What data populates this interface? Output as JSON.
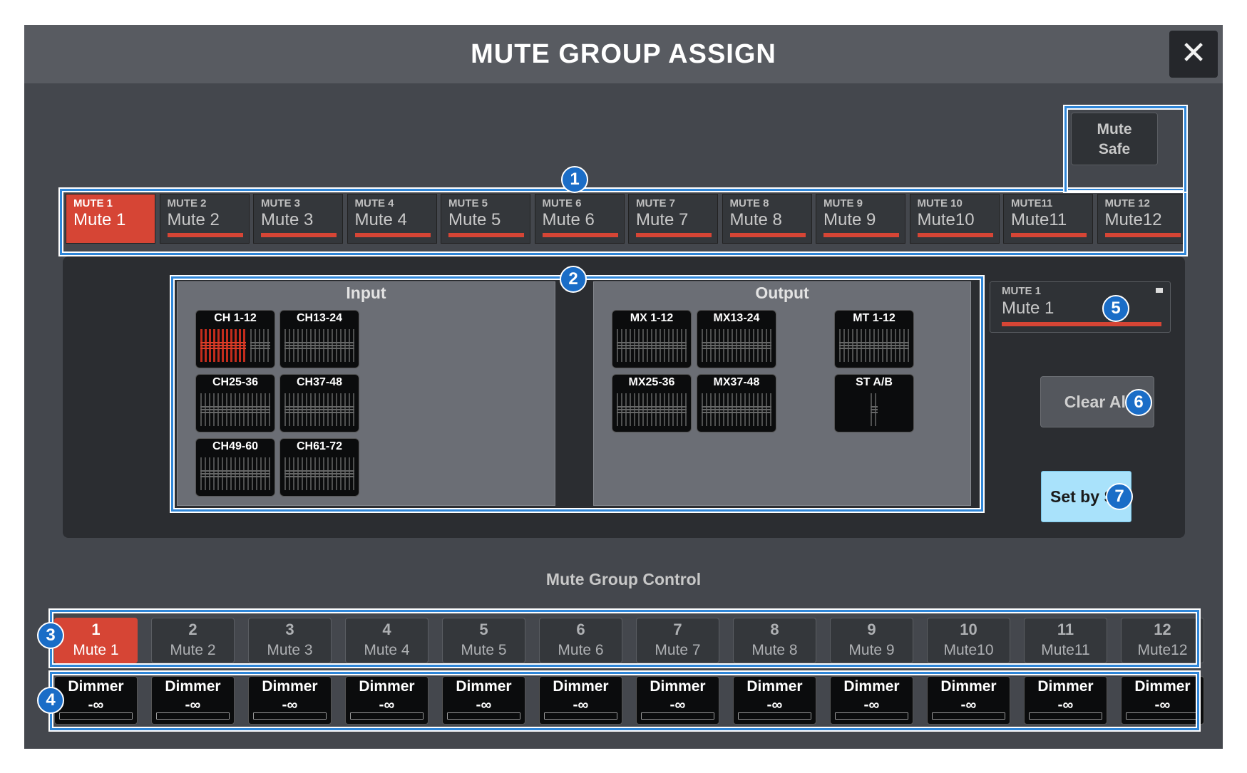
{
  "window": {
    "title": "MUTE GROUP ASSIGN",
    "close_glyph": "✕"
  },
  "mute_safe": {
    "line1": "Mute",
    "line2": "Safe"
  },
  "mute_tabs": [
    {
      "top": "MUTE 1",
      "name": "Mute 1",
      "active": true
    },
    {
      "top": "MUTE 2",
      "name": "Mute 2"
    },
    {
      "top": "MUTE 3",
      "name": "Mute 3"
    },
    {
      "top": "MUTE 4",
      "name": "Mute 4"
    },
    {
      "top": "MUTE 5",
      "name": "Mute 5"
    },
    {
      "top": "MUTE 6",
      "name": "Mute 6"
    },
    {
      "top": "MUTE 7",
      "name": "Mute 7"
    },
    {
      "top": "MUTE 8",
      "name": "Mute 8"
    },
    {
      "top": "MUTE 9",
      "name": "Mute 9"
    },
    {
      "top": "MUTE 10",
      "name": "Mute10"
    },
    {
      "top": "MUTE11",
      "name": "Mute11"
    },
    {
      "top": "MUTE 12",
      "name": "Mute12"
    }
  ],
  "input": {
    "title": "Input",
    "blocks": [
      "CH 1-12",
      "CH13-24",
      "CH25-36",
      "CH37-48",
      "CH49-60",
      "CH61-72"
    ]
  },
  "output": {
    "title": "Output",
    "blocks": [
      "MX 1-12",
      "MX13-24",
      "MX25-36",
      "MX37-48",
      "MT 1-12",
      "ST A/B"
    ]
  },
  "selected_mute": {
    "top": "MUTE 1",
    "name": "Mute 1"
  },
  "buttons": {
    "clear_all": "Clear All",
    "set_by_sel": "Set by SEL"
  },
  "mute_group_control": {
    "title": "Mute Group Control",
    "groups": [
      {
        "num": "1",
        "name": "Mute 1",
        "active": true
      },
      {
        "num": "2",
        "name": "Mute 2"
      },
      {
        "num": "3",
        "name": "Mute 3"
      },
      {
        "num": "4",
        "name": "Mute 4"
      },
      {
        "num": "5",
        "name": "Mute 5"
      },
      {
        "num": "6",
        "name": "Mute 6"
      },
      {
        "num": "7",
        "name": "Mute 7"
      },
      {
        "num": "8",
        "name": "Mute 8"
      },
      {
        "num": "9",
        "name": "Mute 9"
      },
      {
        "num": "10",
        "name": "Mute10"
      },
      {
        "num": "11",
        "name": "Mute11"
      },
      {
        "num": "12",
        "name": "Mute12"
      }
    ],
    "dimmers": [
      {
        "label": "Dimmer",
        "value": "-∞"
      },
      {
        "label": "Dimmer",
        "value": "-∞"
      },
      {
        "label": "Dimmer",
        "value": "-∞"
      },
      {
        "label": "Dimmer",
        "value": "-∞"
      },
      {
        "label": "Dimmer",
        "value": "-∞"
      },
      {
        "label": "Dimmer",
        "value": "-∞"
      },
      {
        "label": "Dimmer",
        "value": "-∞"
      },
      {
        "label": "Dimmer",
        "value": "-∞"
      },
      {
        "label": "Dimmer",
        "value": "-∞"
      },
      {
        "label": "Dimmer",
        "value": "-∞"
      },
      {
        "label": "Dimmer",
        "value": "-∞"
      },
      {
        "label": "Dimmer",
        "value": "-∞"
      }
    ]
  },
  "callouts": [
    "1",
    "2",
    "3",
    "4",
    "5",
    "6",
    "7"
  ],
  "colors": {
    "accent_red": "#d64535",
    "highlight_blue": "#2f86d8",
    "sel_blue": "#a9e2fb"
  }
}
